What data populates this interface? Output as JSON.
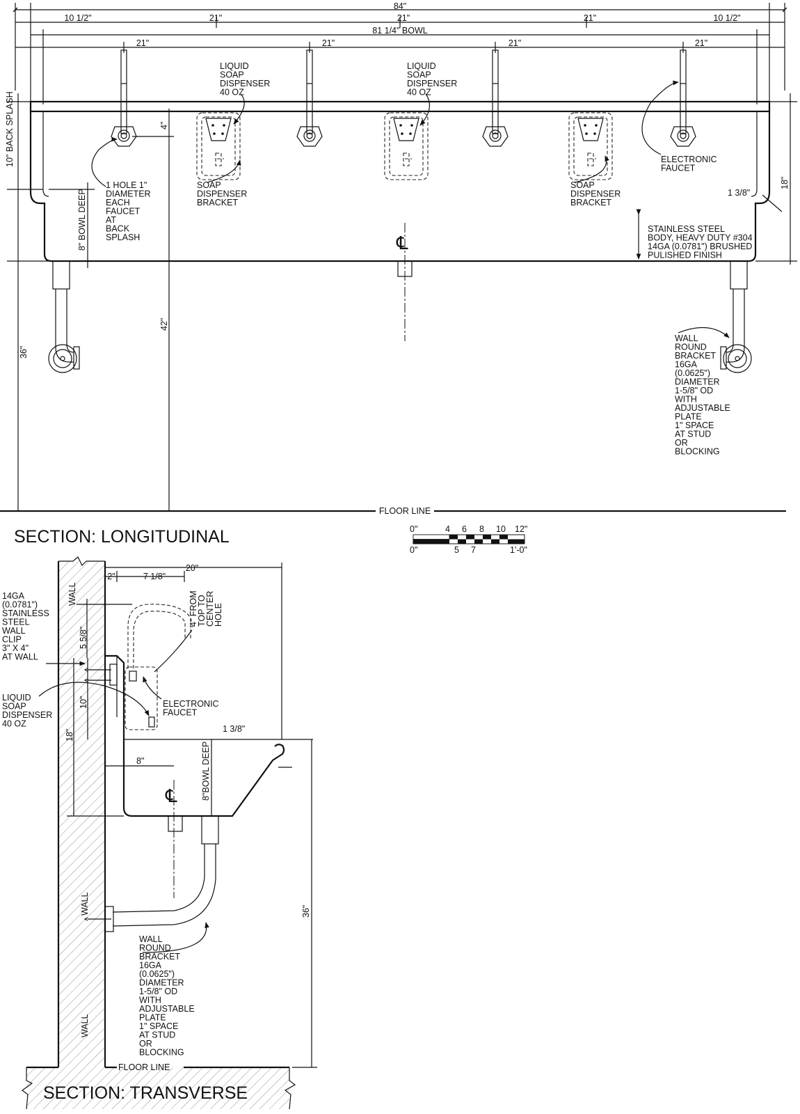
{
  "longitudinal": {
    "title": "SECTION: LONGITUDINAL",
    "dims": {
      "overall": "84\"",
      "end_left": "10 1/2\"",
      "spacing_a": "21\"",
      "spacing_b": "21\"",
      "spacing_c": "21\"",
      "end_right": "10 1/2\"",
      "bowl": "81 1/4\" BOWL",
      "faucet_1": "21\"",
      "faucet_2": "21\"",
      "faucet_3": "21\"",
      "faucet_4": "21\"",
      "back_splash": "10\" BACK SPLASH",
      "hole_offset": "4\"",
      "bowl_deep": "8\" BOWL DEEP",
      "leg_height": "36\"",
      "rim_height": "42\"",
      "right_height": "18\"",
      "rim_return": "1 3/8\""
    },
    "notes": {
      "soap_dispenser_1": [
        "LIQUID",
        "SOAP",
        "DISPENSER",
        "40 OZ"
      ],
      "soap_dispenser_2": [
        "LIQUID",
        "SOAP",
        "DISPENSER",
        "40 OZ"
      ],
      "electronic_faucet": [
        "ELECTRONIC",
        "FAUCET"
      ],
      "faucet_hole": [
        "1 HOLE 1\"",
        "DIAMETER",
        "EACH",
        "FAUCET",
        "AT",
        "BACK",
        "SPLASH"
      ],
      "bracket_1": [
        "SOAP",
        "DISPENSER",
        "BRACKET"
      ],
      "bracket_2": [
        "SOAP",
        "DISPENSER",
        "BRACKET"
      ],
      "body": [
        "STAINLESS STEEL",
        "BODY, HEAVY DUTY #304",
        "14GA (0.0781\") BRUSHED",
        "PULISHED FINISH"
      ],
      "wall_bracket": [
        "WALL",
        "ROUND",
        "BRACKET",
        "16GA",
        "(0.0625\")",
        "DIAMETER",
        "1-5/8\" OD",
        "WITH",
        "ADJUSTABLE",
        "PLATE",
        "1\" SPACE",
        "AT STUD",
        "OR",
        "BLOCKING"
      ]
    },
    "floor_line": "FLOOR LINE"
  },
  "scale": {
    "top_labels": [
      "0\"",
      "4",
      "6",
      "8",
      "10",
      "12\""
    ],
    "bottom_labels": [
      "0\"",
      "5",
      "7",
      "1'-0\""
    ]
  },
  "transverse": {
    "title": "SECTION: TRANSVERSE",
    "wall_labels": [
      "WALL",
      "WALL",
      "WALL"
    ],
    "dims": {
      "depth": "20\"",
      "offset": "2\"",
      "faucet_reach": "7 1/8\"",
      "faucet_height": "5 5/8\"",
      "splash": "10\"",
      "height": "18\"",
      "rim_return": "1 3/8\"",
      "bowl_width": "8\"",
      "bowl_deep": "8\"BOWL DEEP",
      "leg_height": "36\""
    },
    "notes": {
      "hole_note": [
        "4\" FROM",
        "TOP TO",
        "CENTER",
        "HOLE"
      ],
      "wall_clip": [
        "14GA",
        "(0.0781\")",
        "STAINLESS",
        "STEEL",
        "WALL",
        "CLIP",
        "3\" X 4\"",
        "AT WALL"
      ],
      "soap": [
        "LIQUID",
        "SOAP",
        "DISPENSER",
        "40 OZ"
      ],
      "faucet": [
        "ELECTRONIC",
        "FAUCET"
      ],
      "wall_bracket": [
        "WALL",
        "ROUND",
        "BRACKET",
        "16GA",
        "(0.0625\")",
        "DIAMETER",
        "1-5/8\" OD",
        "WITH",
        "ADJUSTABLE",
        "PLATE",
        "1\" SPACE",
        "AT STUD",
        "OR",
        "BLOCKING"
      ]
    },
    "floor_line": "FLOOR LINE"
  }
}
